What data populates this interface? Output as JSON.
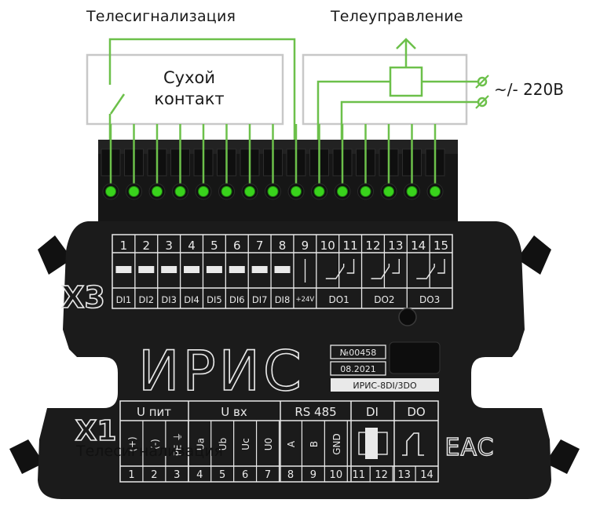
{
  "labels": {
    "telesignal": "Телесигнализация",
    "telecontrol": "Телеуправление",
    "dry_contact_line1": "Сухой",
    "dry_contact_line2": "контакт",
    "voltage": "~/- 220В",
    "overlay_text": "Телесигнализация"
  },
  "x3": {
    "port": "X3",
    "pin_numbers": [
      "1",
      "2",
      "3",
      "4",
      "5",
      "6",
      "7",
      "8",
      "9",
      "10",
      "11",
      "12",
      "13",
      "14",
      "15"
    ],
    "di_labels": [
      "DI1",
      "DI2",
      "DI3",
      "DI4",
      "DI5",
      "DI6",
      "DI7",
      "DI8"
    ],
    "power_label": "+24V",
    "do_labels": [
      "DO1",
      "DO2",
      "DO3"
    ]
  },
  "device": {
    "brand": "ИРИС",
    "serial": "№00458",
    "date": "08.2021",
    "model": "ИРИС-8DI/3DO",
    "cert_mark": "EAC"
  },
  "x1": {
    "port": "X1",
    "groups": [
      "U пит",
      "U вх",
      "RS 485",
      "DI",
      "DO"
    ],
    "signals": [
      "(+)",
      "(-)",
      "PE ⏚",
      "Ua",
      "Ub",
      "Uc",
      "U0",
      "A",
      "B",
      "GND"
    ],
    "pin_numbers": [
      "1",
      "2",
      "3",
      "4",
      "5",
      "6",
      "7",
      "8",
      "9",
      "10",
      "11",
      "12",
      "13",
      "14"
    ]
  },
  "colors": {
    "accent_green": "#6cc04a",
    "terminal_green": "#39d31c",
    "frame_gray": "#c8c8c8",
    "body_black": "#1b1b1b",
    "silk_white": "#e9e9e9"
  }
}
